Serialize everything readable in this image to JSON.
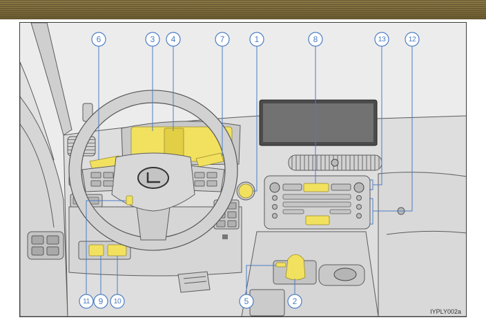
{
  "colors": {
    "highlight": "#f1e15f",
    "callout": "#4a7cc4",
    "header_band": "#8a7746"
  },
  "callouts_top": [
    "6",
    "3",
    "4",
    "7",
    "1",
    "8",
    "13",
    "12"
  ],
  "callouts_bottom": [
    "11",
    "9",
    "10",
    "5",
    "2"
  ],
  "figure_id": "IYPLY002a"
}
